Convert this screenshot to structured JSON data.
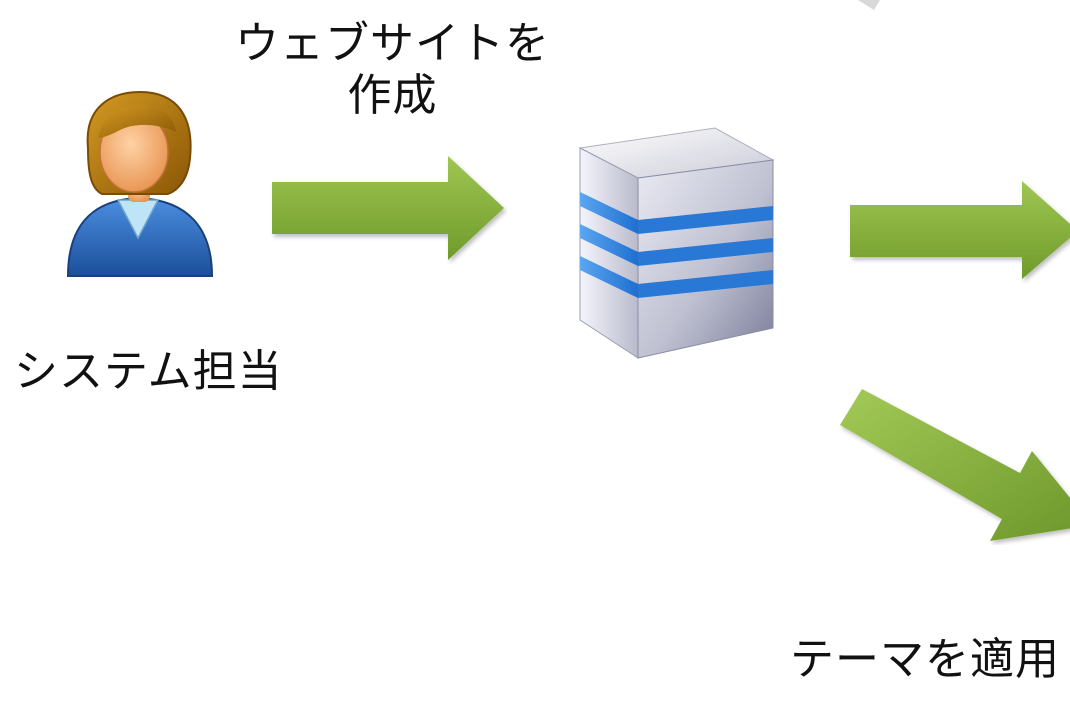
{
  "labels": {
    "create_line1": "ウェブサイトを",
    "create_line2": "作成",
    "admin": "システム担当",
    "theme": "テーマを適用"
  },
  "icons": {
    "person": "user-person-icon",
    "server": "server-icon"
  },
  "colors": {
    "arrow_green": "#8ab43e",
    "server_stripe_blue": "#2e7ed8",
    "person_shirt_blue": "#2d6ebf",
    "person_hair": "#b67a10",
    "person_skin": "#f2b27a"
  }
}
